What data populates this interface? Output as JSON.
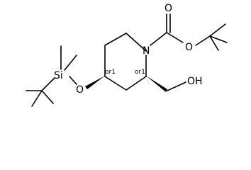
{
  "atoms": {
    "nitrogen": "N",
    "carbonyl_oxygen": "O",
    "ester_oxygen": "O",
    "silyl_ether_oxygen": "O",
    "silicon": "Si",
    "hydroxyl": "OH"
  },
  "stereo_labels": {
    "c4": "or1",
    "c2": "or1"
  }
}
